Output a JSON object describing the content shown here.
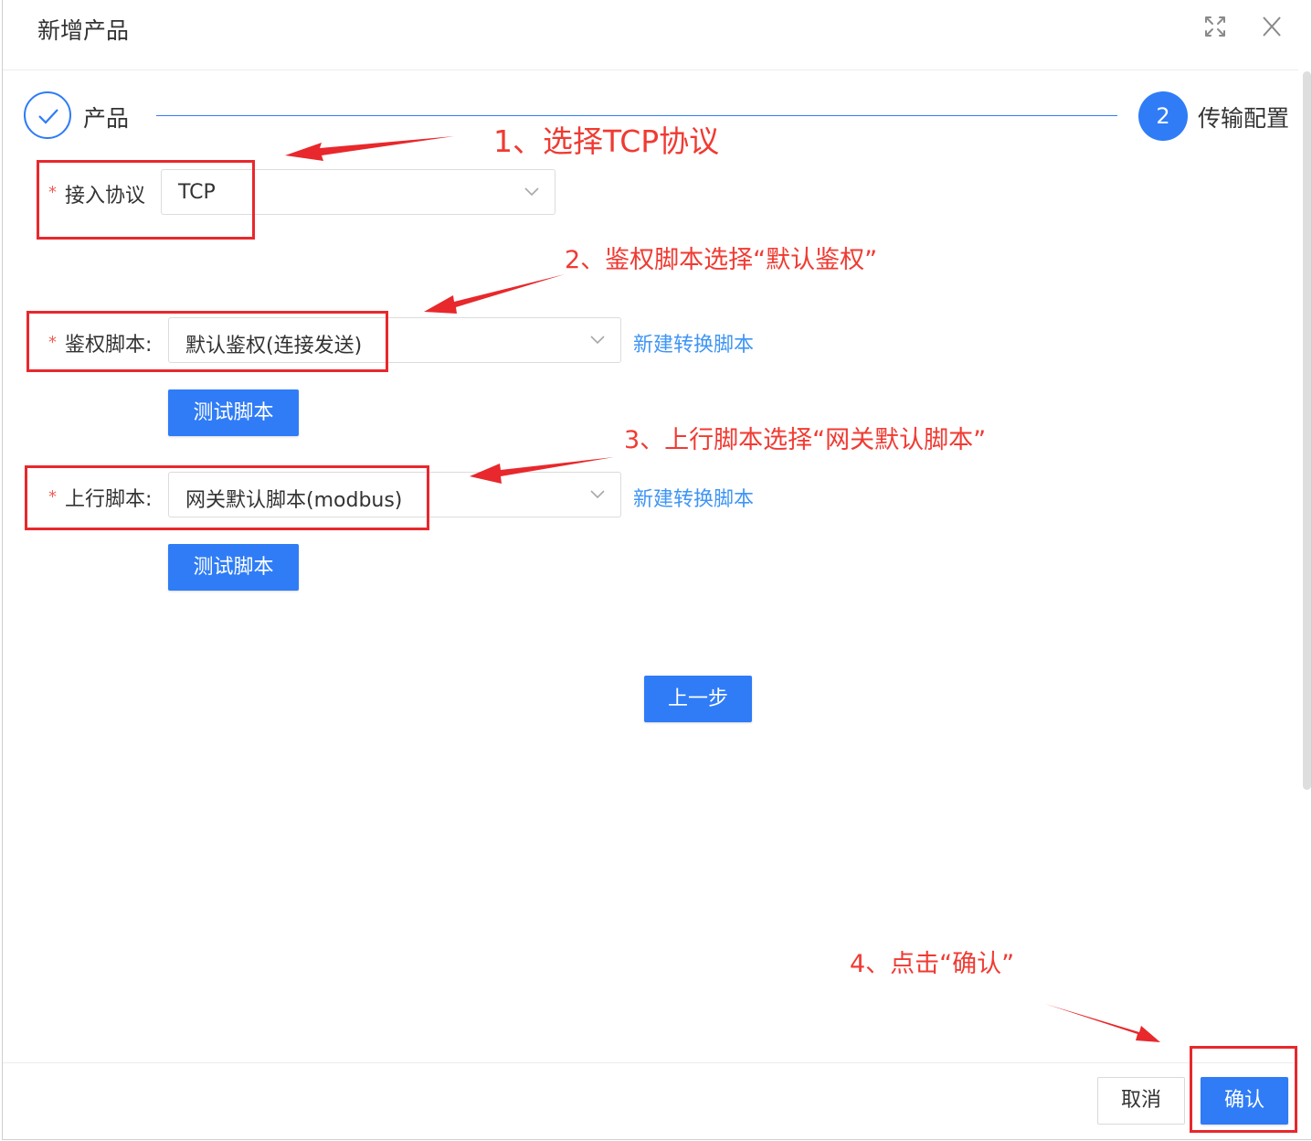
{
  "dialog": {
    "title": "新增产品",
    "icons": [
      "fullscreen-icon",
      "close-icon"
    ]
  },
  "steps": [
    {
      "label": "产品",
      "state": "done"
    },
    {
      "number": "2",
      "label": "传输配置",
      "state": "active"
    }
  ],
  "form": {
    "protocol": {
      "label": "接入协议",
      "value": "TCP"
    },
    "auth_script": {
      "label": "鉴权脚本:",
      "value": "默认鉴权(连接发送)",
      "link": "新建转换脚本",
      "test_button": "测试脚本"
    },
    "uplink_script": {
      "label": "上行脚本:",
      "value": "网关默认脚本(modbus)",
      "link": "新建转换脚本",
      "test_button": "测试脚本"
    },
    "prev_button": "上一步"
  },
  "footer": {
    "cancel": "取消",
    "confirm": "确认"
  },
  "annotations": {
    "a1": "1、选择TCP协议",
    "a2": "2、鉴权脚本选择“默认鉴权”",
    "a3": "3、上行脚本选择“网关默认脚本”",
    "a4": "4、点击“确认”"
  },
  "colors": {
    "primary": "#2f7cf6",
    "link": "#3f95f5",
    "annotation": "#e8282c",
    "required": "#f25c54"
  }
}
